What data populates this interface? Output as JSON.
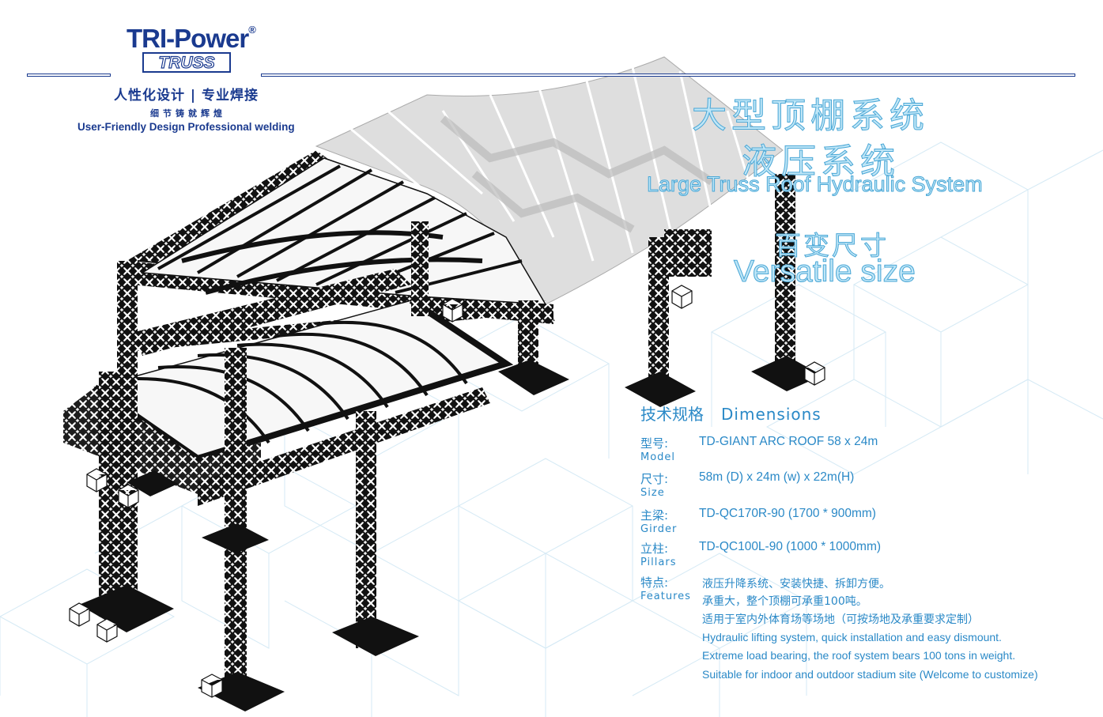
{
  "brand": {
    "name": "TRI-Power",
    "mark": "®",
    "sub_logo": "TRUSS",
    "slogan_cn": "人性化设计 | 专业焊接",
    "slogan_cn2": "细节铸就辉煌",
    "slogan_en": "User-Friendly Design Professional welding",
    "color": "#1a3a8f"
  },
  "titles": {
    "cn1": "大型顶棚系统",
    "cn2": "液压系统",
    "en1": "Large Truss Roof Hydraulic System",
    "cn3": "百变尺寸",
    "en2": "Versatile size",
    "color": "#4aa7d6"
  },
  "specs": {
    "heading_cn": "技术规格",
    "heading_en": "Dimensions",
    "rows": [
      {
        "label_cn": "型号:",
        "label_en": "Model",
        "value": "TD-GIANT ARC ROOF 58 x 24m"
      },
      {
        "label_cn": "尺寸:",
        "label_en": "Size",
        "value": "58m (D) x 24m (w) x 22m(H)"
      },
      {
        "label_cn": "主梁:",
        "label_en": "Girder",
        "value": "TD-QC170R-90 (1700 * 900mm)"
      },
      {
        "label_cn": "立柱:",
        "label_en": "Pillars",
        "value": "TD-QC100L-90 (1000 * 1000mm)"
      }
    ],
    "features_label_cn": "特点:",
    "features_label_en": "Features",
    "features_cn": [
      "液压升降系统、安装快捷、拆卸方便。",
      "承重大，整个顶棚可承重100吨。",
      "适用于室内外体育场等场地（可按场地及承重要求定制）"
    ],
    "features_en": [
      "Hydraulic lifting system, quick installation and easy dismount.",
      "Extreme load bearing, the  roof system bears 100 tons in weight.",
      "Suitable for indoor and outdoor stadium site (Welcome to customize)"
    ],
    "color": "#2a89c7"
  },
  "colors": {
    "truss": "#111111",
    "roof": "#c9c9c9",
    "grid": "#cfe7f3"
  }
}
